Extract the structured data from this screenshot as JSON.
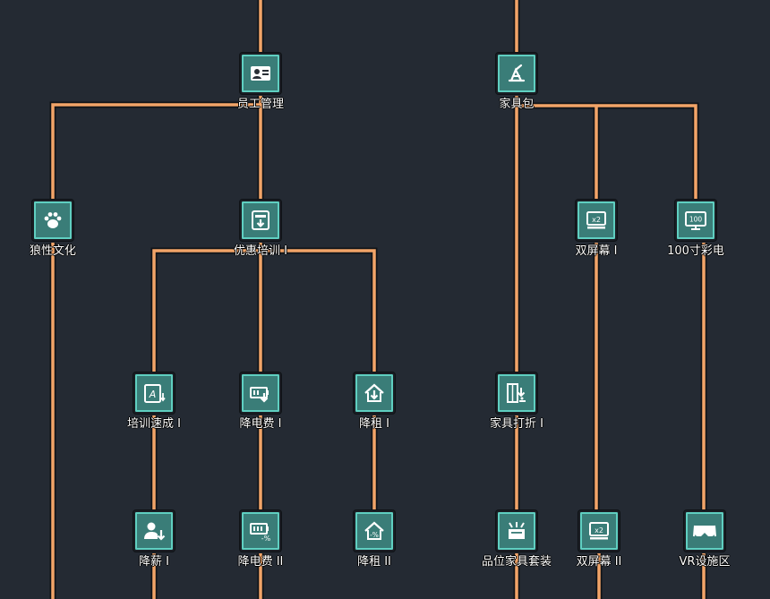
{
  "colors": {
    "connector": "#f2a468",
    "connector_edge": "#111418",
    "tile_fill": "#3a7d78",
    "tile_border": "#5fcfc1",
    "background": "#242a33"
  },
  "nodes": {
    "staff_management": {
      "label": "员工管理",
      "icon": "id-card-icon"
    },
    "furniture_pack": {
      "label": "家具包",
      "icon": "furniture-icon"
    },
    "wolf_culture": {
      "label": "狼性文化",
      "icon": "paw-icon"
    },
    "discount_training_1": {
      "label": "优惠培训 I",
      "icon": "training-discount-icon"
    },
    "dual_screen_1": {
      "label": "双屏幕 I",
      "icon": "dual-screen-icon"
    },
    "color_tv_100": {
      "label": "100寸彩电",
      "icon": "tv-100-icon"
    },
    "speed_training_1": {
      "label": "培训速成 I",
      "icon": "speed-training-icon"
    },
    "electricity_cut_1": {
      "label": "降电费 I",
      "icon": "battery-down-icon"
    },
    "rent_cut_1": {
      "label": "降租 I",
      "icon": "house-down-icon"
    },
    "furniture_discount_1": {
      "label": "家具打折 I",
      "icon": "furniture-discount-icon"
    },
    "salary_cut_1": {
      "label": "降薪 I",
      "icon": "salary-down-icon"
    },
    "electricity_cut_2": {
      "label": "降电费 II",
      "icon": "battery-percent-icon"
    },
    "rent_cut_2": {
      "label": "降租 II",
      "icon": "house-percent-icon"
    },
    "quality_furniture_set": {
      "label": "品位家具套装",
      "icon": "furniture-set-icon"
    },
    "dual_screen_2": {
      "label": "双屏幕 II",
      "icon": "dual-screen-icon"
    },
    "vr_facility": {
      "label": "VR设施区",
      "icon": "vr-headset-icon"
    }
  }
}
